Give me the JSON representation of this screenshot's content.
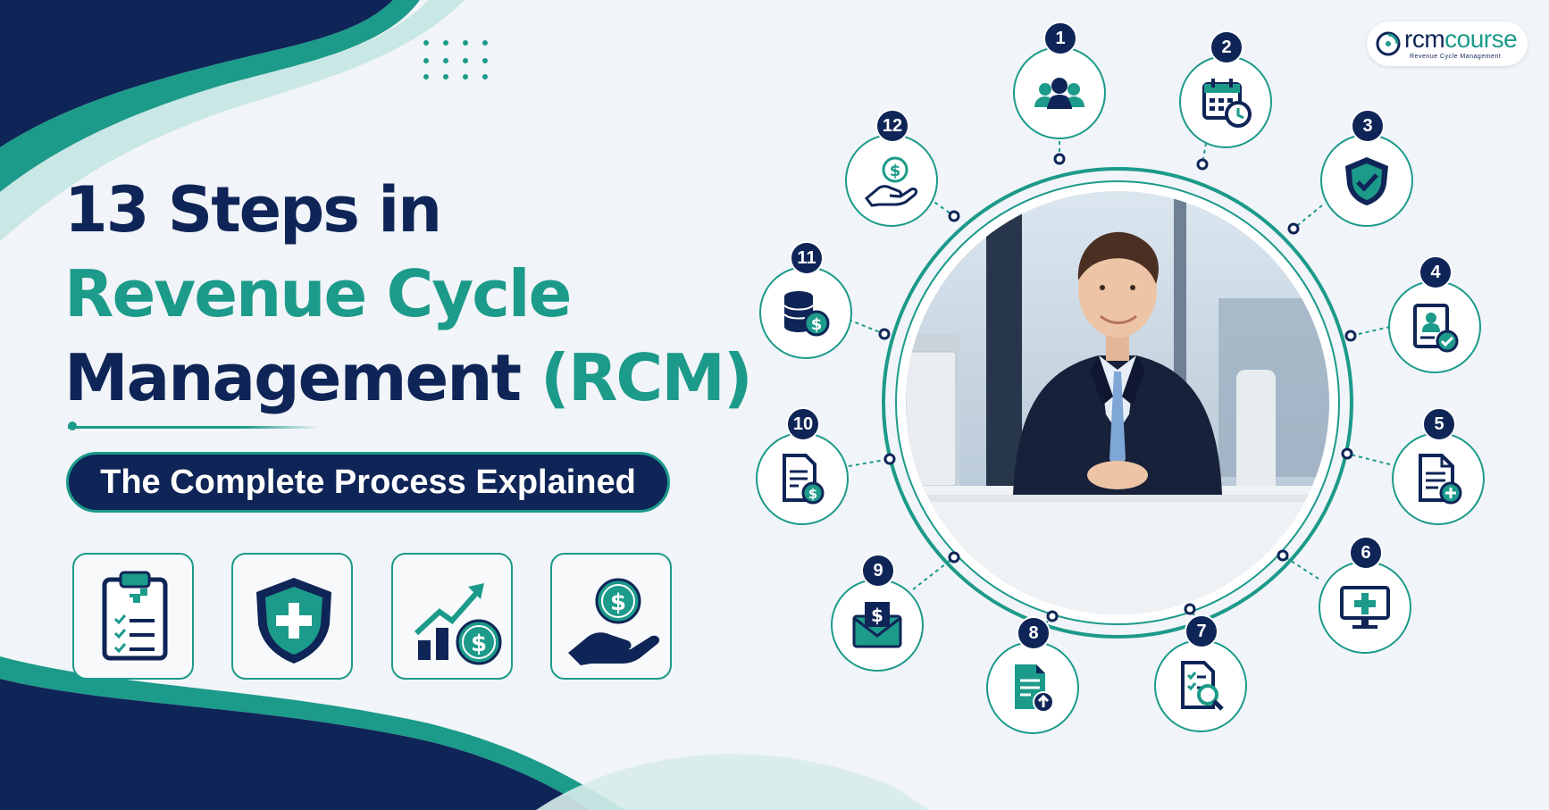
{
  "title": {
    "line1": "13 Steps in",
    "line2": "Revenue Cycle",
    "line3_main": "Management ",
    "line3_accent": "(RCM)"
  },
  "subtitle": "The Complete Process Explained",
  "logo": {
    "part1": "rcm",
    "part2": "course",
    "tagline": "Revenue Cycle Management"
  },
  "feature_icons": [
    "clipboard-checklist-icon",
    "shield-plus-icon",
    "growth-chart-dollar-icon",
    "hand-coin-icon"
  ],
  "steps": [
    {
      "number": "1",
      "icon": "people-group-icon"
    },
    {
      "number": "2",
      "icon": "calendar-clock-icon"
    },
    {
      "number": "3",
      "icon": "shield-check-icon"
    },
    {
      "number": "4",
      "icon": "id-card-check-icon"
    },
    {
      "number": "5",
      "icon": "document-plus-icon"
    },
    {
      "number": "6",
      "icon": "monitor-medical-icon"
    },
    {
      "number": "7",
      "icon": "document-search-icon"
    },
    {
      "number": "8",
      "icon": "document-upload-icon"
    },
    {
      "number": "9",
      "icon": "envelope-dollar-icon"
    },
    {
      "number": "10",
      "icon": "document-dollar-icon"
    },
    {
      "number": "11",
      "icon": "coin-stack-dollar-icon"
    },
    {
      "number": "12",
      "icon": "hand-dollar-icon"
    }
  ],
  "colors": {
    "navy": "#0f2557",
    "teal": "#1c9a8a",
    "background": "#f1f4f8"
  }
}
